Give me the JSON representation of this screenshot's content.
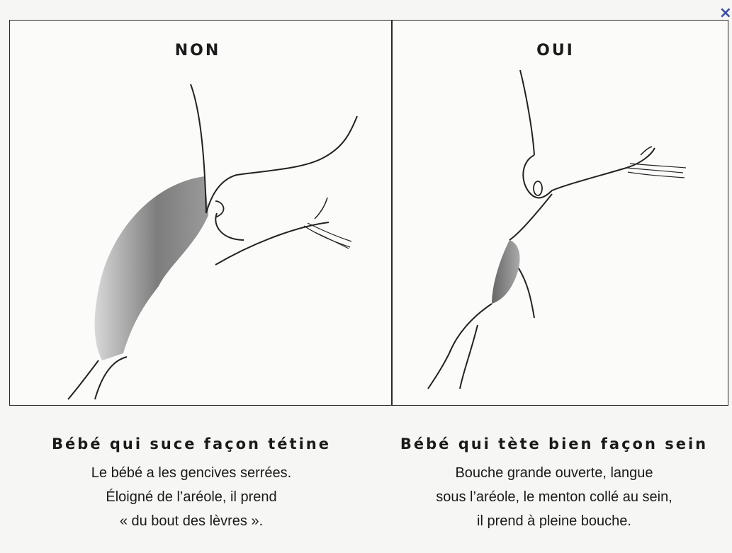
{
  "close_icon": "×",
  "panels": [
    {
      "heading": "NON",
      "caption_title": "Bébé qui suce façon tétine",
      "caption_lines": [
        "Le bébé a les gencives serrées.",
        "Éloigné de l’aréole, il prend",
        "« du bout des lèvres »."
      ]
    },
    {
      "heading": "OUI",
      "caption_title": "Bébé qui tète bien façon sein",
      "caption_lines": [
        "Bouche grande ouverte, langue",
        "sous l’aréole, le menton collé au sein,",
        "il prend à pleine bouche."
      ]
    }
  ]
}
